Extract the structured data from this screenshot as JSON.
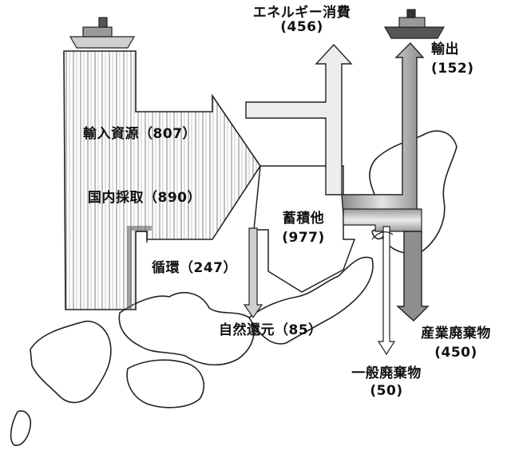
{
  "labels": {
    "energy_consumption": "エネルギー消費",
    "energy_consumption_value": "(456)",
    "exports": "輸出",
    "exports_value": "(152)",
    "imported_resources": "輸入資源（807）",
    "domestic_extraction": "国内採取（890）",
    "accumulation": "蓄積他",
    "accumulation_value": "(977)",
    "recycling": "循環（247）",
    "natural_reduction": "自然還元（85）",
    "industrial_waste": "産業廃棄物",
    "industrial_waste_value": "(450)",
    "general_waste": "一般廃棄物",
    "general_waste_value": "(50)"
  },
  "colors": {
    "line": "#222222",
    "hatch": "#9a9a9a",
    "shade": "#d6d6d6",
    "dark_shade": "#7a7a7a"
  }
}
